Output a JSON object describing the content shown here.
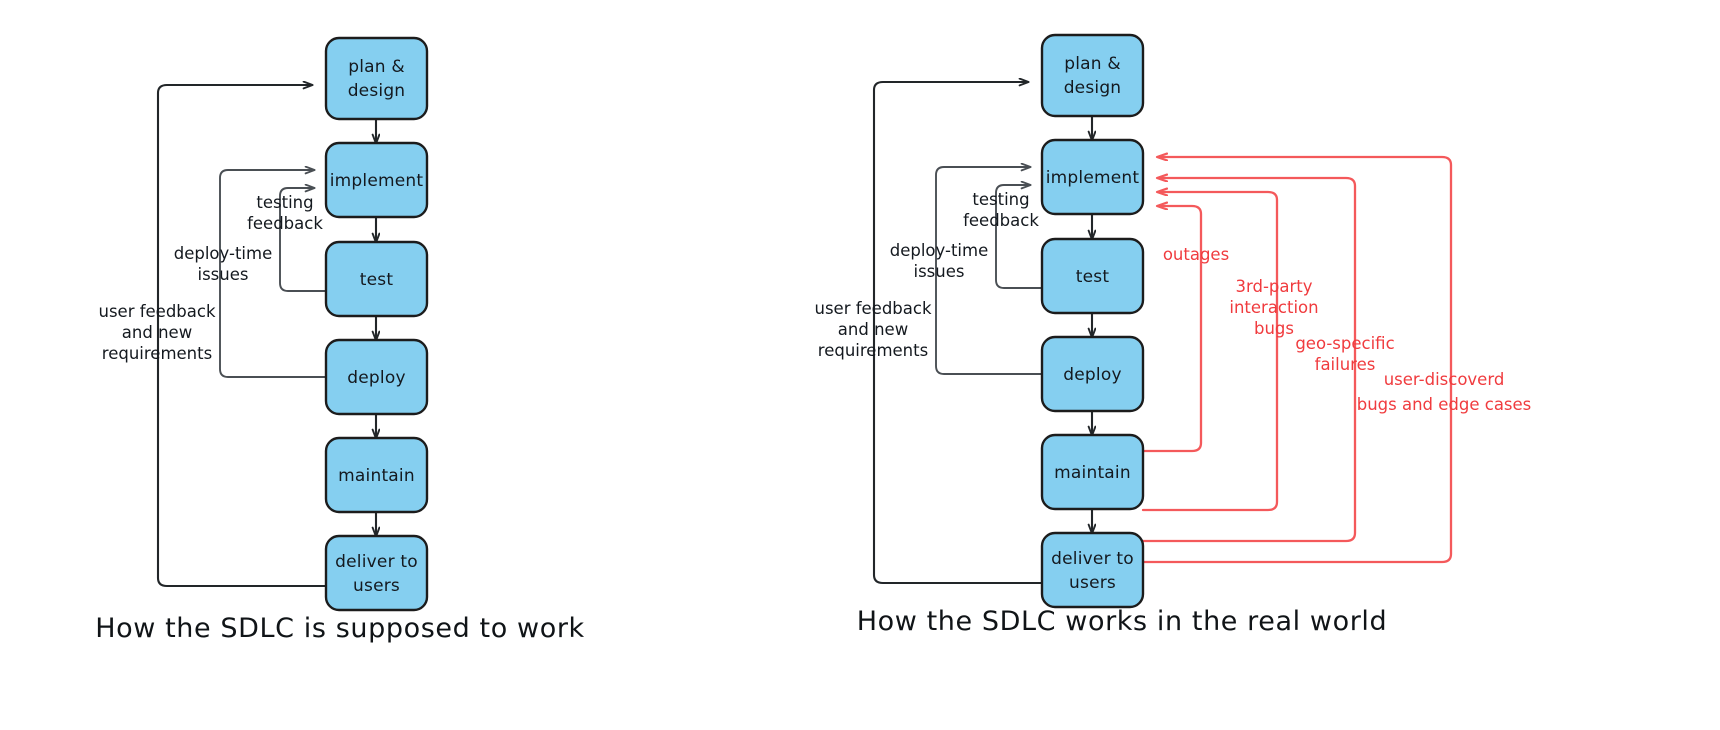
{
  "colors": {
    "box_fill": "#85CFF0",
    "box_stroke": "#1c1c1c",
    "flow_stroke": "#222629",
    "problem_stroke": "#F4595B",
    "problem_text": "#F03B3E",
    "background": "#ffffff",
    "label_text": "#14191f"
  },
  "panels": [
    {
      "id": "ideal",
      "caption": "How the SDLC is supposed to work",
      "stages": [
        {
          "id": "plan-design",
          "label_line1": "plan &",
          "label_line2": "design"
        },
        {
          "id": "implement",
          "label_line1": "implement",
          "label_line2": ""
        },
        {
          "id": "test",
          "label_line1": "test",
          "label_line2": ""
        },
        {
          "id": "deploy",
          "label_line1": "deploy",
          "label_line2": ""
        },
        {
          "id": "maintain",
          "label_line1": "maintain",
          "label_line2": ""
        },
        {
          "id": "deliver",
          "label_line1": "deliver to",
          "label_line2": "users"
        }
      ],
      "feedback_edges": [
        {
          "id": "testing-feedback",
          "line1": "testing",
          "line2": "feedback",
          "from": "test",
          "to": "implement"
        },
        {
          "id": "deploy-time-issues",
          "line1": "deploy-time",
          "line2": "issues",
          "line3": "",
          "from": "deploy",
          "to": "implement"
        },
        {
          "id": "user-feedback",
          "line1": "user feedback",
          "line2": "and new",
          "line3": "requirements",
          "from": "deliver",
          "to": "plan-design"
        }
      ],
      "problem_edges": []
    },
    {
      "id": "real-world",
      "caption": "How the SDLC works in the real world",
      "stages": [
        {
          "id": "plan-design",
          "label_line1": "plan &",
          "label_line2": "design"
        },
        {
          "id": "implement",
          "label_line1": "implement",
          "label_line2": ""
        },
        {
          "id": "test",
          "label_line1": "test",
          "label_line2": ""
        },
        {
          "id": "deploy",
          "label_line1": "deploy",
          "label_line2": ""
        },
        {
          "id": "maintain",
          "label_line1": "maintain",
          "label_line2": ""
        },
        {
          "id": "deliver",
          "label_line1": "deliver to",
          "label_line2": "users"
        }
      ],
      "feedback_edges": [
        {
          "id": "testing-feedback",
          "line1": "testing",
          "line2": "feedback",
          "from": "test",
          "to": "implement"
        },
        {
          "id": "deploy-time-issues",
          "line1": "deploy-time",
          "line2": "issues",
          "line3": "",
          "from": "deploy",
          "to": "implement"
        },
        {
          "id": "user-feedback",
          "line1": "user feedback",
          "line2": "and new",
          "line3": "requirements",
          "from": "deliver",
          "to": "plan-design"
        }
      ],
      "problem_edges": [
        {
          "id": "outages",
          "line1": "outages",
          "line2": "",
          "line3": "",
          "from": "maintain",
          "to": "implement"
        },
        {
          "id": "third-party-interaction-bugs",
          "line1": "3rd-party",
          "line2": "interaction",
          "line3": "bugs",
          "from": "maintain",
          "to": "implement"
        },
        {
          "id": "geo-specific-failures",
          "line1": "geo-specific",
          "line2": "failures",
          "line3": "",
          "from": "deliver",
          "to": "implement"
        },
        {
          "id": "user-discovered-bugs",
          "line1": "user-discoverd",
          "line2": "bugs and edge cases",
          "line3": "",
          "from": "deliver",
          "to": "implement"
        }
      ]
    }
  ]
}
